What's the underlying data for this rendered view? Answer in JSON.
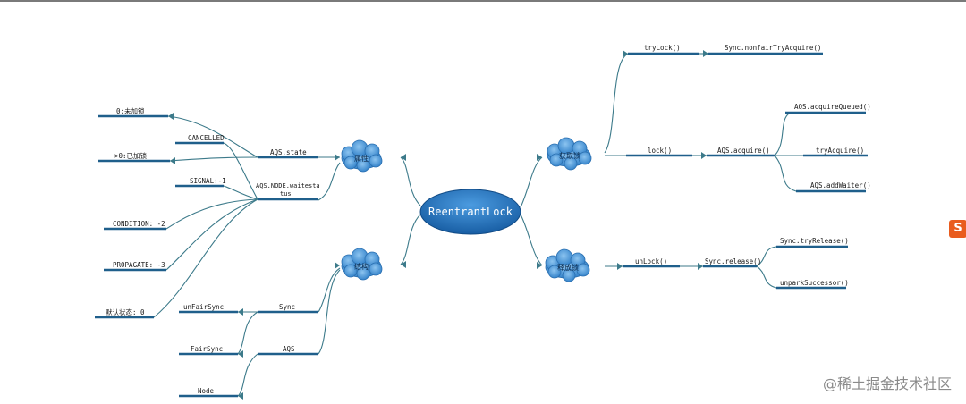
{
  "root": "ReentrantLock",
  "branches": {
    "attributes": "属性",
    "acquire": "获取锁",
    "release": "释放锁",
    "structure": "结构"
  },
  "attributes": {
    "state": "AQS.state",
    "waitstatus_line1": "AQS.NODE.waitesta",
    "waitstatus_line2": "tus",
    "state_values": [
      "0:未加锁",
      ">0:已加锁"
    ],
    "waitstatus_values": [
      "CANCELLED",
      "SIGNAL:-1",
      "CONDITION: -2",
      "PROPAGATE: -3",
      "默认状态: 0"
    ]
  },
  "acquire": {
    "trylock": "tryLock()",
    "nonfair": "Sync.nonfairTryAcquire()",
    "lock": "lock()",
    "aqs_acquire": "AQS.acquire()",
    "children": [
      "AQS.acquireQueued()",
      "tryAcquire()",
      "AQS.addWaiter()"
    ]
  },
  "release": {
    "unlock": "unLock()",
    "sync_release": "Sync.release()",
    "children": [
      "Sync.tryRelease()",
      "unparkSuccessor()"
    ]
  },
  "structure": {
    "sync": "Sync",
    "aqs": "AQS",
    "sync_children": [
      "unFairSync",
      "FairSync"
    ],
    "aqs_children": [
      "Node"
    ]
  },
  "badge": "S",
  "watermark": "@稀土掘金技术社区",
  "colors": {
    "cloud_fill": "#3d8fd6",
    "root_fill": "#1f73c2",
    "bar": "#1f5f8b",
    "connector": "#3c7a8a"
  }
}
